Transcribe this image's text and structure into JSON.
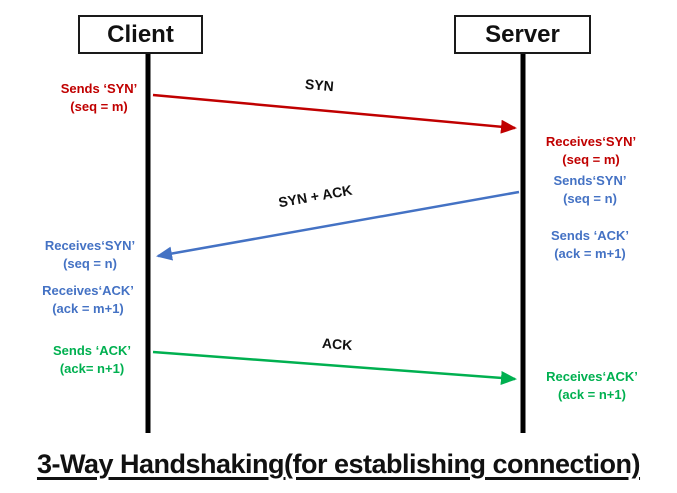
{
  "title": "3-Way Handshaking(for establishing connection)",
  "actors": {
    "client": "Client",
    "server": "Server"
  },
  "colors": {
    "syn": "#c00000",
    "syn_ack": "#4472c4",
    "ack": "#00b050",
    "lifeline": "#000000"
  },
  "arrow_labels": {
    "syn": "SYN",
    "syn_ack": "SYN + ACK",
    "ack": "ACK"
  },
  "notes": {
    "client_syn": {
      "l1": "Sends ‘SYN’",
      "l2": "(seq = m)"
    },
    "server_syn": {
      "l1": "Receives‘SYN’",
      "l2": "(seq = m)"
    },
    "server_synack_syn": {
      "l1": "Sends‘SYN’",
      "l2": "(seq = n)"
    },
    "server_synack_ack": {
      "l1": "Sends ‘ACK’",
      "l2": "(ack = m+1)"
    },
    "client_synack_syn": {
      "l1": "Receives‘SYN’",
      "l2": "(seq = n)"
    },
    "client_synack_ack": {
      "l1": "Receives‘ACK’",
      "l2": "(ack = m+1)"
    },
    "client_ack": {
      "l1": "Sends ‘ACK’",
      "l2": "(ack= n+1)"
    },
    "server_ack": {
      "l1": "Receives‘ACK’",
      "l2": "(ack = n+1)"
    }
  }
}
